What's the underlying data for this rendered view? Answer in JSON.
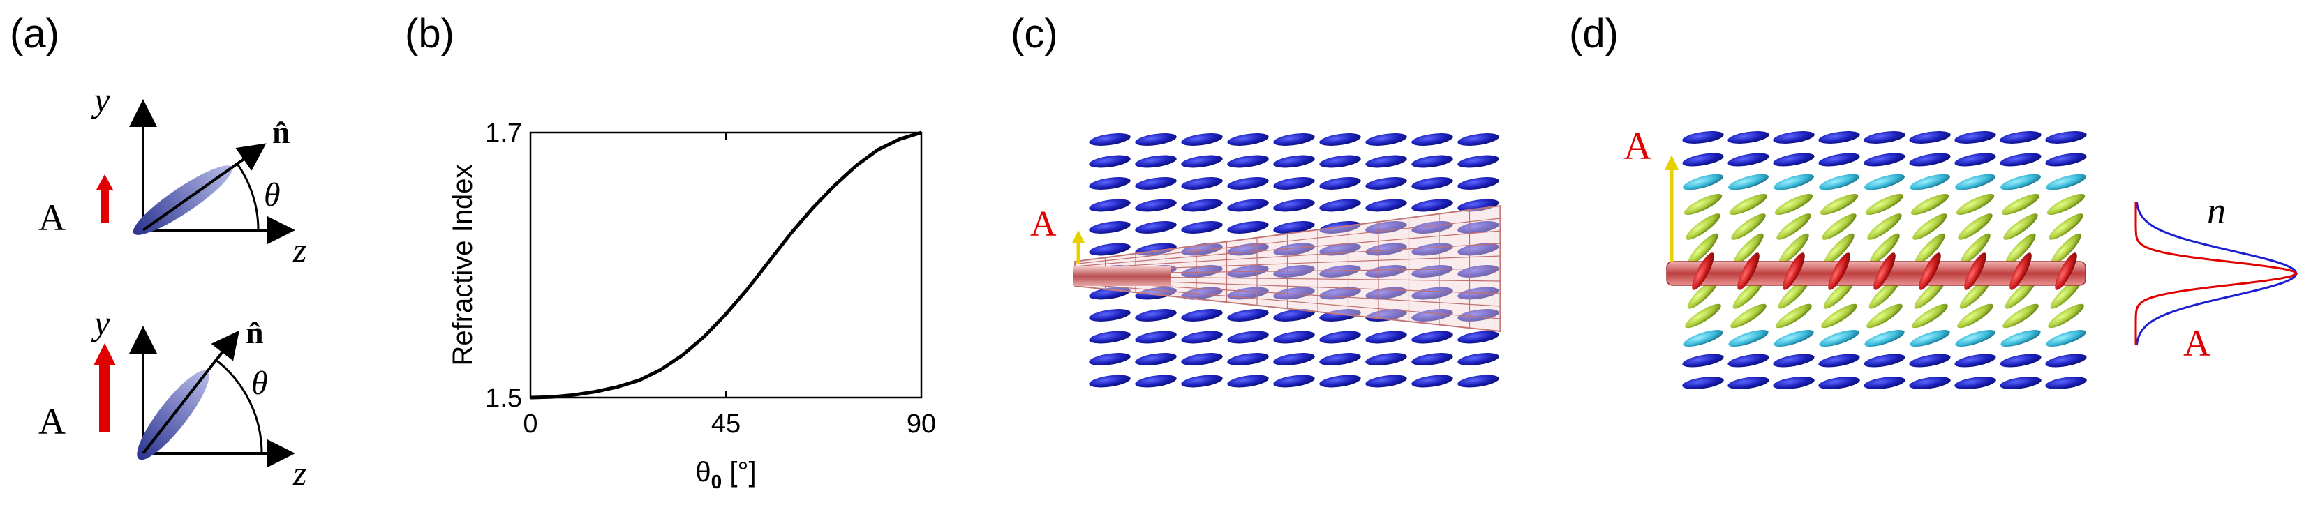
{
  "panels": {
    "a": {
      "label": "(a)",
      "axis_y": "y",
      "axis_z": "z",
      "director": "n̂",
      "angle": "θ",
      "amplitude": "A",
      "colors": {
        "arrow": "#e00000",
        "ellipsoid": "#4a55b0"
      }
    },
    "b": {
      "label": "(b)",
      "xlabel_base": "θ",
      "xlabel_sub": "0",
      "xlabel_unit": " [°]",
      "ylabel": "Refractive Index",
      "xticks": [
        "0",
        "45",
        "90"
      ],
      "yticks": [
        "1.5",
        "1.7"
      ]
    },
    "c": {
      "label": "(c)",
      "amplitude": "A",
      "colors": {
        "ellipsoid": "#1a1fb8",
        "beam": "#c87a7a",
        "arrow": "#e6d000",
        "text": "#e00000"
      }
    },
    "d": {
      "label": "(d)",
      "amplitude_top": "A",
      "profile_n": "n",
      "profile_A": "A",
      "colors": {
        "blue": "#1a1fb8",
        "cyan": "#38b8d8",
        "green": "#a8c838",
        "red": "#c81818",
        "arrow": "#e6d000",
        "text_red": "#e00000",
        "text_blue": "#1a1fd0"
      }
    }
  },
  "chart_data": {
    "type": "line",
    "title": "",
    "xlabel": "θ0 [°]",
    "ylabel": "Refractive Index",
    "xlim": [
      0,
      90
    ],
    "ylim": [
      1.5,
      1.7
    ],
    "xticks": [
      0,
      45,
      90
    ],
    "yticks": [
      1.5,
      1.7
    ],
    "x": [
      0,
      5,
      10,
      15,
      20,
      25,
      30,
      35,
      40,
      45,
      50,
      55,
      60,
      65,
      70,
      75,
      80,
      85,
      90
    ],
    "series": [
      {
        "values": [
          1.5,
          1.5005,
          1.502,
          1.5045,
          1.508,
          1.513,
          1.521,
          1.532,
          1.546,
          1.563,
          1.582,
          1.603,
          1.624,
          1.643,
          1.66,
          1.675,
          1.687,
          1.695,
          1.7
        ]
      }
    ],
    "grid": false
  }
}
